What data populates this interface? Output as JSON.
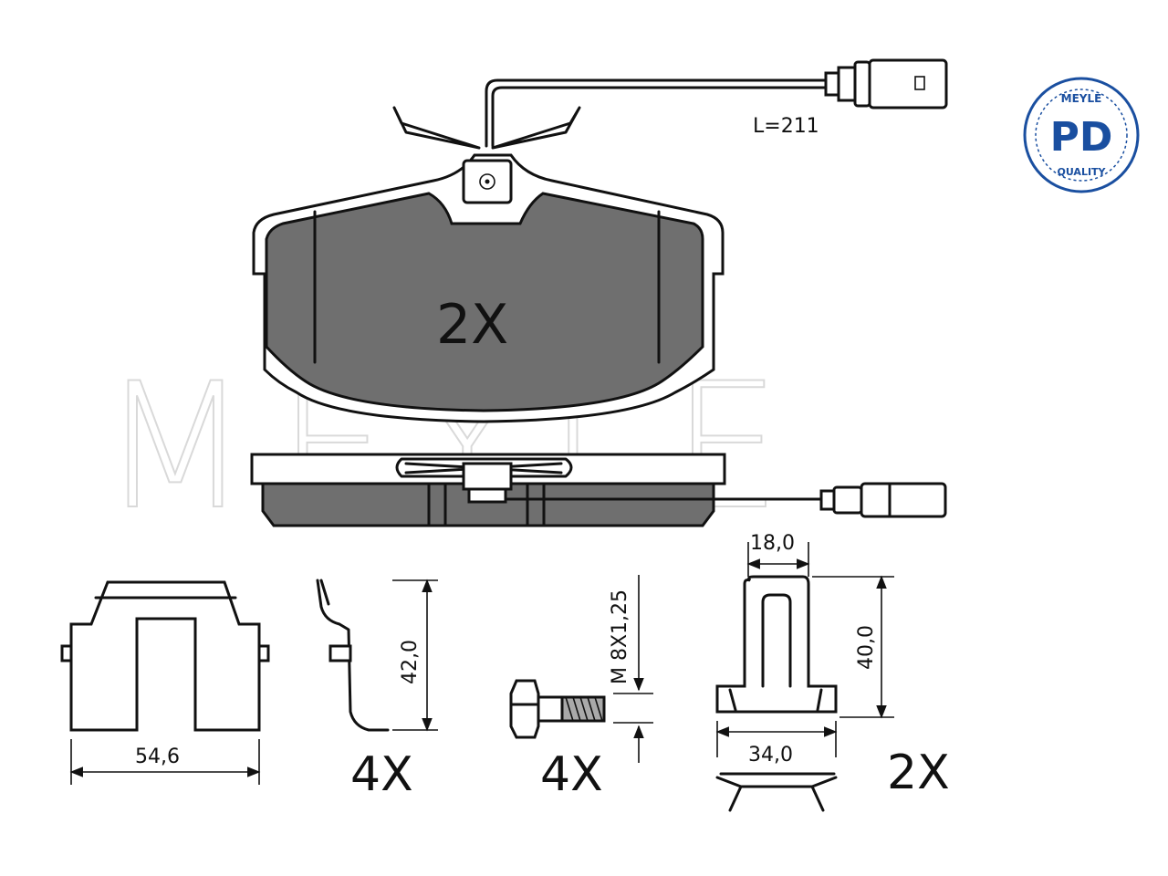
{
  "brand": {
    "watermark": "MEYLE",
    "badge_top": "MEYLE",
    "badge_main": "PD",
    "badge_bottom": "QUALITY",
    "badge_color": "#1a4fa0"
  },
  "main_pad": {
    "multiplier": "2X",
    "sensor_length": "L=211"
  },
  "parts": {
    "clip_width": "54,6",
    "spring_height": "42,0",
    "spring_multiplier": "4X",
    "bolt_thread": "M 8X1,25",
    "bolt_multiplier": "4X",
    "bracket_top_width": "18,0",
    "bracket_height": "40,0",
    "bracket_bottom_width": "34,0",
    "bracket_multiplier": "2X"
  }
}
